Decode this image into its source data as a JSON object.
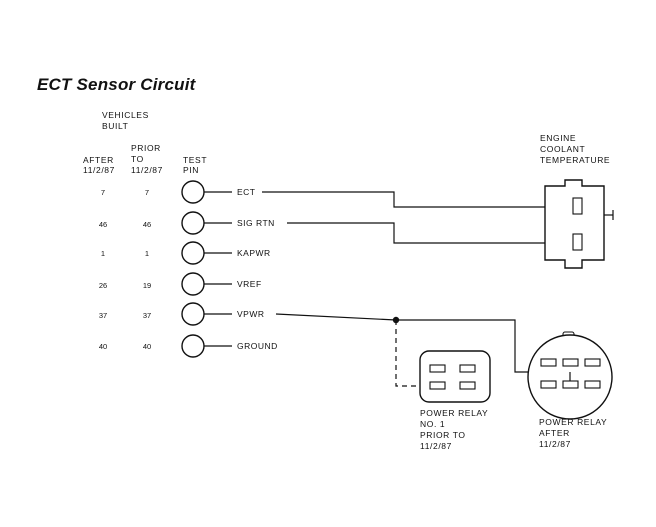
{
  "title": "ECT Sensor Circuit",
  "headers": {
    "vehicles_built_1": "VEHICLES",
    "vehicles_built_2": "BUILT",
    "after_1": "AFTER",
    "after_2": "11/2/87",
    "prior_1": "PRIOR",
    "prior_2": "TO",
    "prior_3": "11/2/87",
    "test_1": "TEST",
    "test_2": "PIN"
  },
  "pins": [
    {
      "after": "7",
      "prior": "7",
      "label": "ECT"
    },
    {
      "after": "46",
      "prior": "46",
      "label": "SIG RTN"
    },
    {
      "after": "1",
      "prior": "1",
      "label": "KAPWR"
    },
    {
      "after": "26",
      "prior": "19",
      "label": "VREF"
    },
    {
      "after": "37",
      "prior": "37",
      "label": "VPWR"
    },
    {
      "after": "40",
      "prior": "40",
      "label": "GROUND"
    }
  ],
  "sensor_label": [
    "ENGINE",
    "COOLANT",
    "TEMPERATURE"
  ],
  "relay1_label": [
    "POWER RELAY",
    "NO. 1",
    "PRIOR TO",
    "11/2/87"
  ],
  "relay2_label": [
    "POWER RELAY",
    "AFTER",
    "11/2/87"
  ]
}
